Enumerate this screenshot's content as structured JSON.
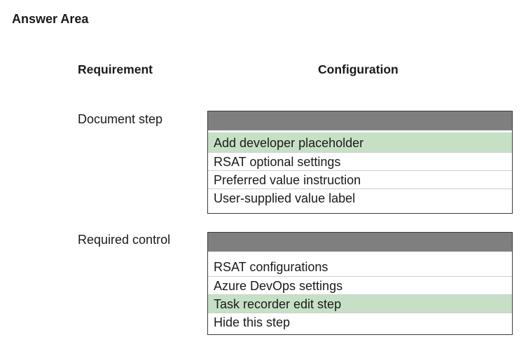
{
  "title": "Answer Area",
  "headers": {
    "requirement": "Requirement",
    "configuration": "Configuration"
  },
  "rows": [
    {
      "requirement": "Document step",
      "options": [
        {
          "label": "Add developer placeholder",
          "selected": true
        },
        {
          "label": "RSAT optional settings",
          "selected": false
        },
        {
          "label": "Preferred value instruction",
          "selected": false
        },
        {
          "label": "User-supplied value label",
          "selected": false
        }
      ]
    },
    {
      "requirement": "Required control",
      "options": [
        {
          "label": "RSAT configurations",
          "selected": false
        },
        {
          "label": "Azure DevOps settings",
          "selected": false
        },
        {
          "label": "Task recorder edit step",
          "selected": true
        },
        {
          "label": "Hide this step",
          "selected": false
        }
      ]
    }
  ],
  "colors": {
    "header_bar": "#7f7f7f",
    "selected_bg": "#c6e0c6",
    "border": "#3c3c3c"
  }
}
